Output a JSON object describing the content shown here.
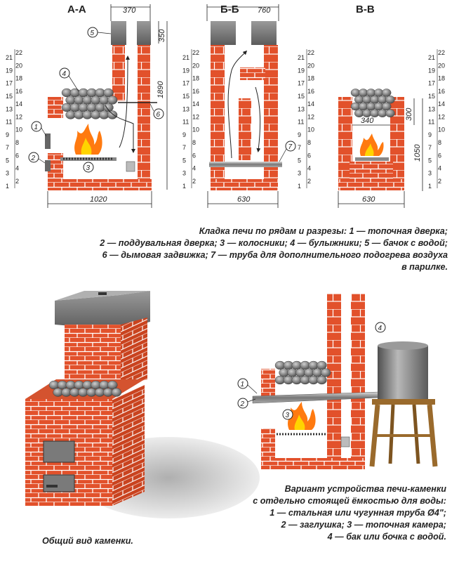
{
  "sections": {
    "aa": {
      "title": "А-А",
      "dim_top": "370",
      "dim_tank": "350",
      "dim_height": "1890",
      "dim_bottom": "1020"
    },
    "bb": {
      "title": "Б-Б",
      "dim_top": "760",
      "dim_bottom": "630"
    },
    "vv": {
      "title": "В-В",
      "dim_firebox_w": "340",
      "dim_firebox_h": "300",
      "dim_height": "1050",
      "dim_bottom": "630"
    }
  },
  "row_numbers": {
    "odd": [
      "21",
      "19",
      "17",
      "15",
      "13",
      "11",
      "9",
      "7",
      "5",
      "3",
      "1"
    ],
    "even": [
      "22",
      "20",
      "18",
      "16",
      "14",
      "12",
      "10",
      "8",
      "6",
      "4",
      "2"
    ]
  },
  "callouts": [
    "1",
    "2",
    "3",
    "4",
    "5",
    "6",
    "7"
  ],
  "caption_main": [
    "Кладка печи по рядам и разрезы: 1 — топочная дверка;",
    "2 — поддувальная дверка; 3 — колосники; 4 — булыжники; 5 — бачок с водой;",
    "6 — дымовая задвижка; 7 — труба для дополнительного подогрева воздуха",
    "в парилке."
  ],
  "caption_general": "Общий вид каменки.",
  "caption_variant": [
    "Вариант устройства печи-каменки",
    "с отдельно стоящей ёмкостью для воды:",
    "1 — стальная или чугунная труба Ø4\";",
    "2 — заглушка; 3 — топочная камера;",
    "4 —  бак или бочка с водой."
  ],
  "colors": {
    "brick": "#e2512b",
    "mortar": "#ffffff",
    "stone": "#6e6e6e",
    "tank": "#7a7a7a",
    "flame": "#ff7a10",
    "stool": "#9a6a2c"
  }
}
